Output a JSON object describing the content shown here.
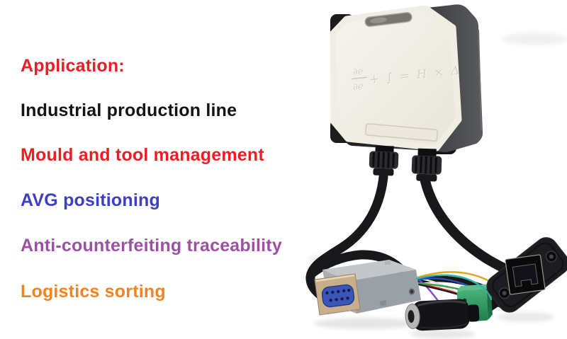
{
  "text_panel": {
    "heading": {
      "label": "Application:",
      "color": "#e81e29"
    },
    "items": [
      {
        "label": "Industrial production line",
        "color": "#141414"
      },
      {
        "label": "Mould and tool management",
        "color": "#ee1c25"
      },
      {
        "label": "AVG positioning",
        "color": "#3e3ec2"
      },
      {
        "label": "Anti-counterfeiting traceability",
        "color": "#9c50a4"
      },
      {
        "label": "Logistics sorting",
        "color": "#f58220"
      }
    ]
  },
  "product_photo": {
    "description": "White industrial RFID reader on black mounting plate with two cable glands; cables end in DB9 serial connector, DC power jack, green terminal block and panel-mount RJ45 ethernet jack",
    "embossed_marking": {
      "numerator": "∂e",
      "denominator": "∂e",
      "suffix": "+ ∫ = H × Δ"
    },
    "colors": {
      "enclosure": "#f0ede4",
      "mounting_plate": "#3a3b3e",
      "cables": "#18181b",
      "db9_shell": "#9aa0a5",
      "db9_insert": "#3c55b8",
      "dc_jack": "#141417",
      "terminal_block": "#2d9d62",
      "rj45": "#1d1d20"
    }
  }
}
